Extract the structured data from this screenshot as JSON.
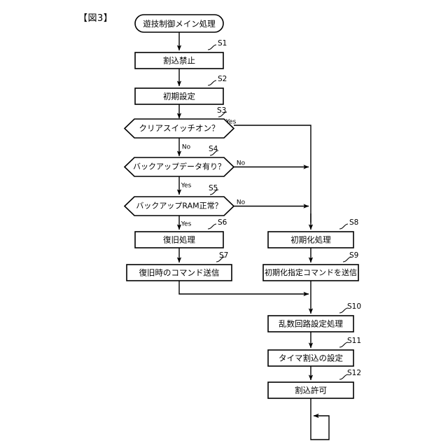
{
  "figure": {
    "title": "【図3】"
  },
  "diagram": {
    "type": "flowchart",
    "start_node": {
      "label": "遊技制御メイン処理",
      "shape": "stadium"
    },
    "nodes": [
      {
        "id": "S1",
        "label": "割込禁止",
        "shape": "process",
        "step": "S1"
      },
      {
        "id": "S2",
        "label": "初期設定",
        "shape": "process",
        "step": "S2"
      },
      {
        "id": "S3",
        "label": "クリアスイッチオン？",
        "shape": "decision",
        "step": "S3"
      },
      {
        "id": "S4",
        "label": "バックアップデータ有り？",
        "shape": "decision",
        "step": "S4"
      },
      {
        "id": "S5",
        "label": "バックアップRAM正常？",
        "shape": "decision",
        "step": "S5"
      },
      {
        "id": "S6",
        "label": "復旧処理",
        "shape": "process",
        "step": "S6"
      },
      {
        "id": "S7",
        "label": "復旧時のコマンド送信",
        "shape": "process",
        "step": "S7"
      },
      {
        "id": "S8",
        "label": "初期化処理",
        "shape": "process",
        "step": "S8"
      },
      {
        "id": "S9",
        "label": "初期化指定コマンドを送信",
        "shape": "process",
        "step": "S9"
      },
      {
        "id": "S10",
        "label": "乱数回路設定処理",
        "shape": "process",
        "step": "S10"
      },
      {
        "id": "S11",
        "label": "タイマ割込の設定",
        "shape": "process",
        "step": "S11"
      },
      {
        "id": "S12",
        "label": "割込許可",
        "shape": "process",
        "step": "S12"
      }
    ],
    "edge_labels": {
      "s3_yes": "Yes",
      "s3_no": "No",
      "s4_no": "No",
      "s4_yes": "Yes",
      "s5_no": "No",
      "s5_yes": "Yes"
    }
  }
}
